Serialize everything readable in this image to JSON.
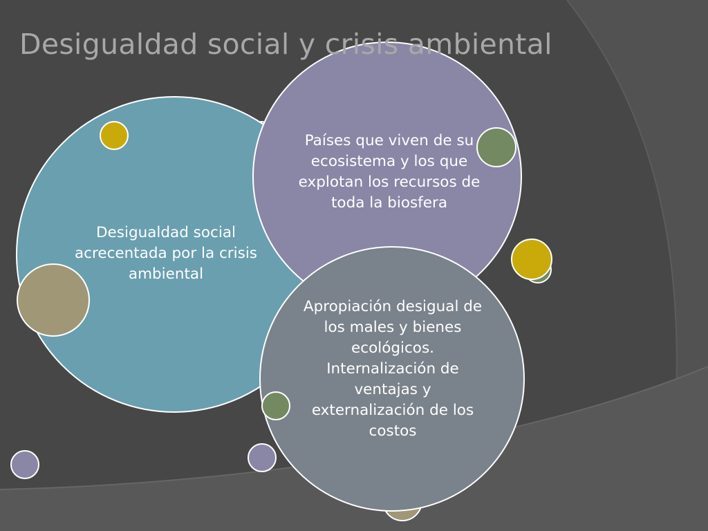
{
  "slide": {
    "title": "Desigualdad social y crisis ambiental"
  },
  "diagram": {
    "nodes": [
      {
        "id": "left",
        "text": "Desigualdad social acrecentada por la crisis ambiental",
        "color": "#6a9faf"
      },
      {
        "id": "top",
        "text": "Países que viven de su ecosistema y los que explotan los recursos de toda la biosfera",
        "color": "#8a86a6"
      },
      {
        "id": "bottom",
        "text": "Apropiación desigual de los males y bienes ecológicos. Internalización de ventajas y externalización de los costos",
        "color": "#7a828b"
      }
    ]
  },
  "colors": {
    "background": "#474747",
    "title": "#a8a8a8",
    "outline": "#ffffff",
    "accent_yellow": "#c9aa0b",
    "accent_green": "#738961",
    "accent_taupe": "#a09777",
    "accent_lavender": "#8a86a6",
    "accent_gray": "#7a828b"
  }
}
